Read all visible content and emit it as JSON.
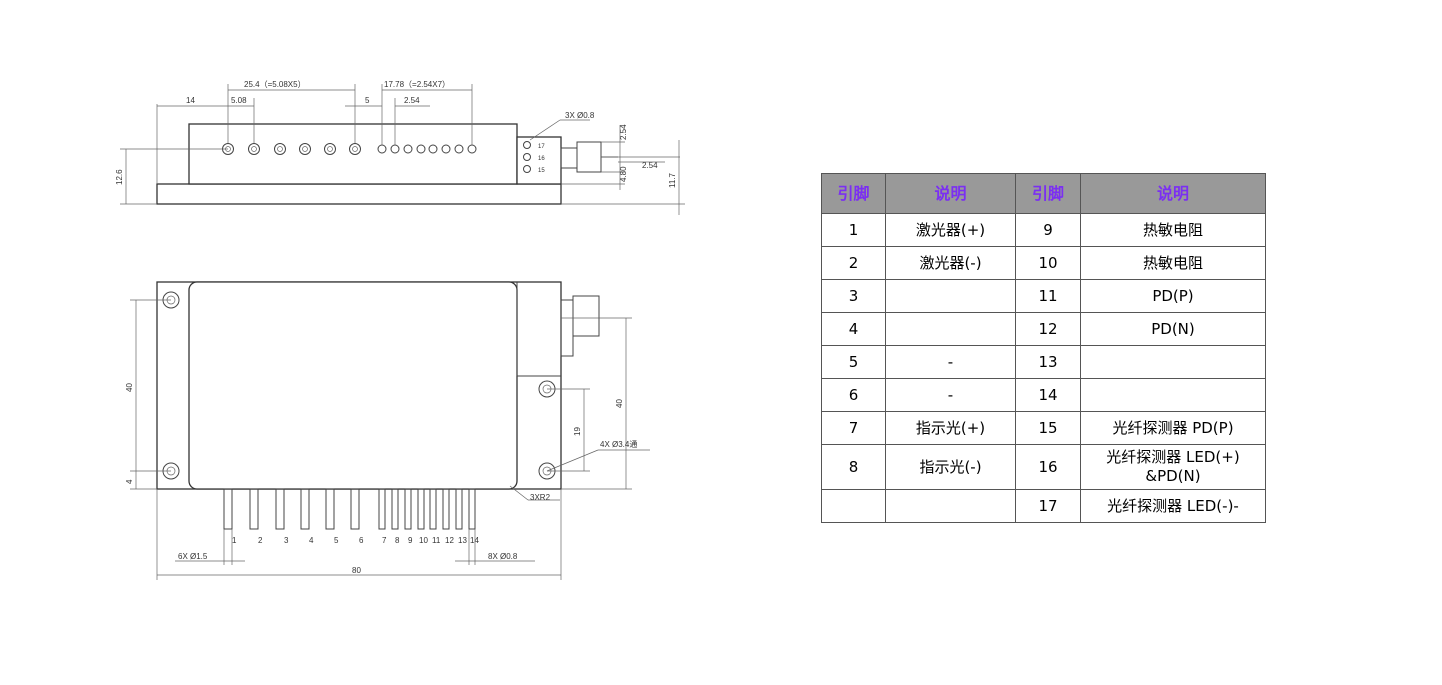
{
  "drawing": {
    "top_view_dims": {
      "d14": "14",
      "d508": "5.08",
      "d254x5": "25.4（=5.08X5）",
      "d778": "17.78（=2.54X7）",
      "d5": "5",
      "d254": "2.54",
      "d3x08": "3X Ø0.8",
      "d254v": "2.54",
      "d254h": "2.54",
      "d480": "4.80",
      "d126": "12.6",
      "d117": "11.7",
      "pin17": "17",
      "pin16": "16",
      "pin15": "15"
    },
    "plan_view_dims": {
      "d40l": "40",
      "d4": "4",
      "d40r": "40",
      "d19": "19",
      "d4x34": "4X Ø3.4通",
      "d3xr2": "3XR2",
      "d6x15": "6X Ø1.5",
      "d8x08": "8X Ø0.8",
      "d80": "80"
    },
    "pin_numbers": [
      "1",
      "2",
      "3",
      "4",
      "5",
      "6",
      "7",
      "8",
      "9",
      "10",
      "11",
      "12",
      "13",
      "14"
    ]
  },
  "pin_table": {
    "headers": [
      "引脚",
      "说明",
      "引脚",
      "说明"
    ],
    "rows": [
      [
        "1",
        "激光器(+)",
        "9",
        "热敏电阻"
      ],
      [
        "2",
        "激光器(-)",
        "10",
        "热敏电阻"
      ],
      [
        "3",
        "",
        "11",
        "PD(P)"
      ],
      [
        "4",
        "",
        "12",
        "PD(N)"
      ],
      [
        "5",
        "-",
        "13",
        ""
      ],
      [
        "6",
        "-",
        "14",
        ""
      ],
      [
        "7",
        "指示光(+)",
        "15",
        "光纤探测器 PD(P)"
      ],
      [
        "8",
        "指示光(-)",
        "16",
        "光纤探测器 LED(+)\n&PD(N)"
      ],
      [
        "",
        "",
        "17",
        "光纤探测器 LED(-)-"
      ]
    ]
  }
}
